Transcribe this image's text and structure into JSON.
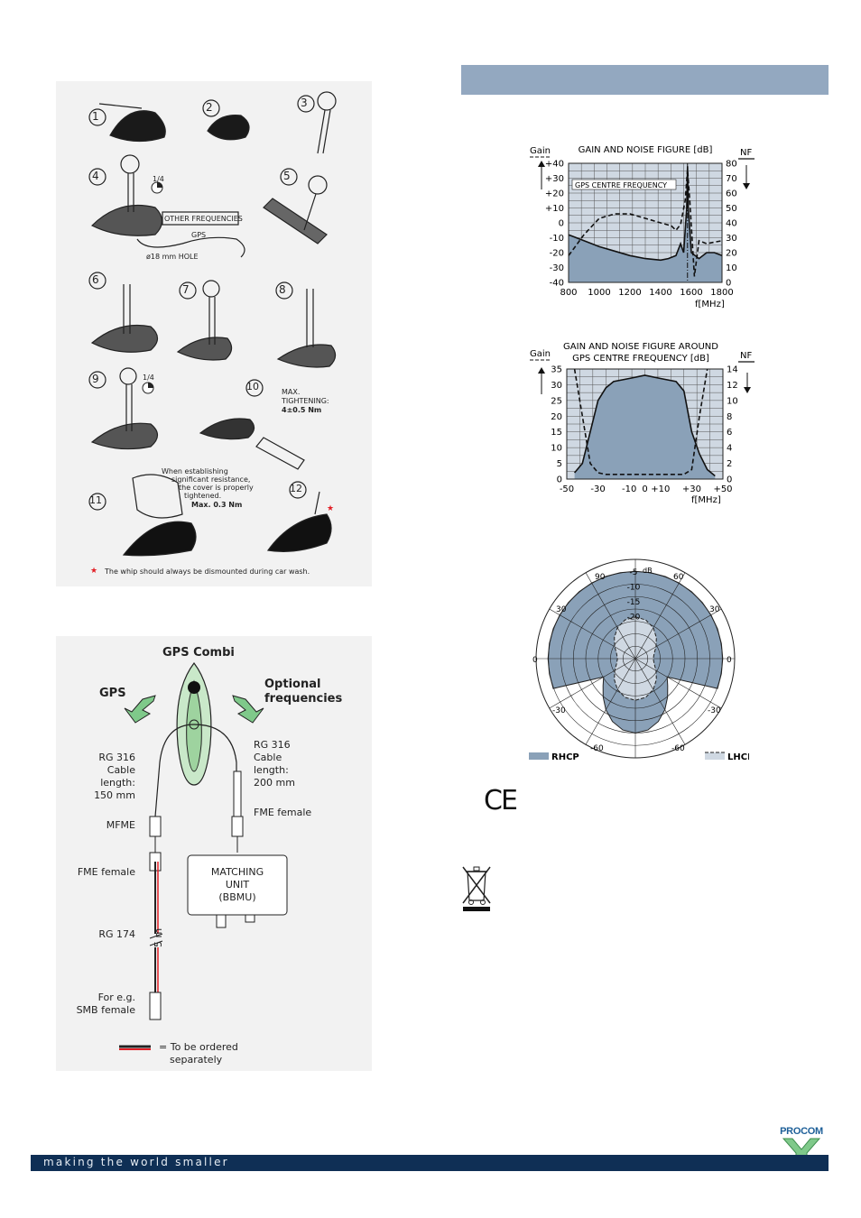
{
  "install": {
    "steps": [
      "1",
      "2",
      "3",
      "4",
      "5",
      "6",
      "7",
      "8",
      "9",
      "10",
      "11",
      "12"
    ],
    "quarter_turn": "1/4",
    "other_frequencies": "OTHER FREQUENCIES",
    "gps": "GPS",
    "hole": "ø18 mm HOLE",
    "max_tightening": "MAX.",
    "tightening": "TIGHTENING:",
    "torque": "4±0.5 Nm",
    "note11_l1": "When establishing",
    "note11_l2": "significant resistance,",
    "note11_l3": "the cover is properly",
    "note11_l4": "tightened.",
    "note11_max": "Max. 0.3 Nm",
    "whip_note": "The whip should always be dismounted during car wash."
  },
  "wiring": {
    "title": "GPS Combi",
    "gps": "GPS",
    "optional_l1": "Optional",
    "optional_l2": "frequencies",
    "rg316_left": [
      "RG 316",
      "Cable",
      "length:",
      "150 mm"
    ],
    "rg316_right": [
      "RG 316",
      "Cable",
      "length:",
      "200 mm"
    ],
    "mfme": "MFME",
    "fme_right": "FME female",
    "fme_left": "FME female",
    "matching": [
      "MATCHING",
      "UNIT",
      "(BBMU)"
    ],
    "rg174": "RG 174",
    "length_5m": "5 m",
    "smb": [
      "For e.g.",
      "SMB female"
    ],
    "legend_l1": "= To be ordered",
    "legend_l2": "separately"
  },
  "chart_data": [
    {
      "type": "line",
      "title": "GAIN AND NOISE FIGURE [dB]",
      "ylabel": "Gain",
      "y2label": "NF",
      "xlabel": "f[MHz]",
      "annotation": "GPS CENTRE FREQUENCY",
      "x_ticks": [
        "800",
        "1000",
        "1200",
        "1400",
        "1600",
        "1800"
      ],
      "y_ticks": [
        "+40",
        "+30",
        "+20",
        "+10",
        "0",
        "-10",
        "-20",
        "-30",
        "-40"
      ],
      "y2_ticks": [
        "80",
        "70",
        "60",
        "50",
        "40",
        "30",
        "20",
        "10",
        "0"
      ],
      "xlim": [
        800,
        1800
      ],
      "ylim": [
        -40,
        40
      ],
      "y2lim": [
        0,
        80
      ],
      "grid": true,
      "series": [
        {
          "style": "filled-solid",
          "x": [
            800,
            900,
            1000,
            1100,
            1200,
            1300,
            1400,
            1450,
            1500,
            1530,
            1550,
            1570,
            1575,
            1580,
            1600,
            1650,
            1700,
            1750,
            1800
          ],
          "y": [
            -8,
            -12,
            -16,
            -19,
            -22,
            -24,
            -25,
            -24,
            -22,
            -14,
            -20,
            10,
            38,
            10,
            -20,
            -24,
            -20,
            -20,
            -22
          ]
        },
        {
          "style": "dashed",
          "x": [
            800,
            850,
            900,
            1000,
            1100,
            1200,
            1300,
            1400,
            1470,
            1500,
            1530,
            1560,
            1575,
            1590,
            1620,
            1650,
            1700,
            1750,
            1800
          ],
          "y": [
            -22,
            -15,
            -8,
            3,
            6,
            6,
            3,
            0,
            -2,
            -5,
            -1,
            15,
            36,
            15,
            -36,
            -12,
            -14,
            -13,
            -12
          ]
        }
      ]
    },
    {
      "type": "line",
      "title_l1": "GAIN AND NOISE FIGURE AROUND",
      "title_l2": "GPS CENTRE FREQUENCY [dB]",
      "ylabel": "Gain",
      "y2label": "NF",
      "xlabel": "f[MHz]",
      "x_ticks": [
        "-50",
        "-30",
        "-10",
        "0",
        "+10",
        "+30",
        "+50"
      ],
      "y_ticks": [
        "35",
        "30",
        "25",
        "20",
        "15",
        "10",
        "5",
        "0"
      ],
      "y2_ticks": [
        "14",
        "12",
        "10",
        "8",
        "6",
        "4",
        "2",
        "0"
      ],
      "xlim": [
        -50,
        50
      ],
      "ylim": [
        0,
        35
      ],
      "y2lim": [
        0,
        14
      ],
      "grid": true,
      "series": [
        {
          "style": "filled-solid",
          "x": [
            -45,
            -40,
            -35,
            -30,
            -25,
            -20,
            -10,
            0,
            10,
            20,
            25,
            30,
            35,
            40,
            45
          ],
          "y": [
            2,
            5,
            15,
            25,
            29,
            31,
            32,
            33,
            32,
            31,
            28,
            15,
            8,
            3,
            1
          ]
        },
        {
          "style": "dashed",
          "x": [
            -45,
            -40,
            -35,
            -30,
            -25,
            -20,
            -10,
            0,
            10,
            20,
            25,
            30,
            35,
            40
          ],
          "y": [
            35,
            20,
            5,
            2,
            1.5,
            1.5,
            1.5,
            1.5,
            1.5,
            1.5,
            1.5,
            3,
            20,
            35
          ]
        }
      ]
    },
    {
      "type": "polar",
      "radial_unit": "dB",
      "radial_ticks": [
        "-5",
        "-10",
        "-15",
        "-20"
      ],
      "angle_labels": [
        "90",
        "60",
        "30",
        "0",
        "-30",
        "-60"
      ],
      "legend": [
        "RHCP",
        "LHCP"
      ]
    }
  ],
  "ce_mark": "CE",
  "brand": "PROCOM",
  "footer": {
    "slogan": "making the world smaller"
  },
  "colors": {
    "fill": "#8aa1b8",
    "header_bar": "#93a8c0",
    "footer": "#0f2f55",
    "brand": "#1d5f98",
    "green": "#7fc98a",
    "star": "#e21f26"
  }
}
